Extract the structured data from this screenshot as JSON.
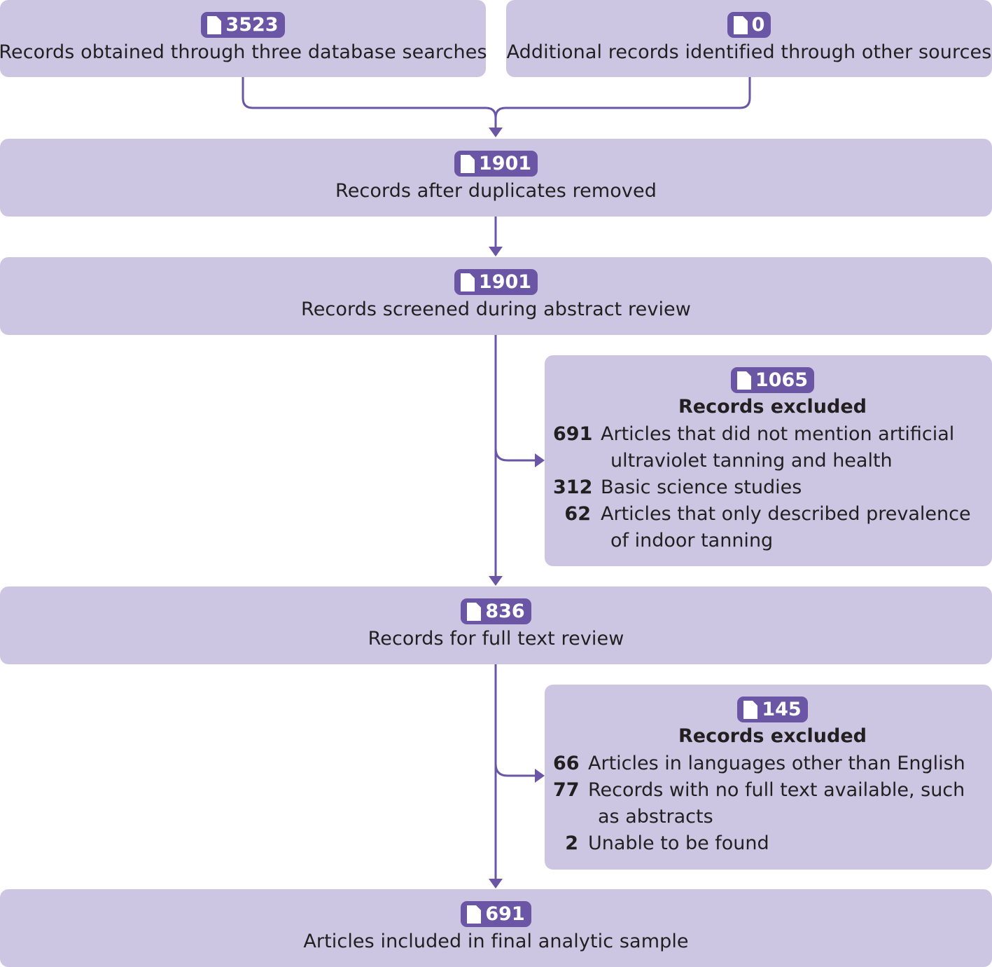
{
  "colors": {
    "box": "#cdc6e3",
    "badge": "#6a56a4",
    "line": "#6a56a4",
    "text": "#231f20"
  },
  "icon": "document-icon",
  "nodes": {
    "database": {
      "count": "3523",
      "label": "Records obtained through three database searches"
    },
    "other": {
      "count": "0",
      "label": "Additional records identified through other sources"
    },
    "dedup": {
      "count": "1901",
      "label": "Records after duplicates removed"
    },
    "screened": {
      "count": "1901",
      "label": "Records screened during abstract review"
    },
    "fulltext": {
      "count": "836",
      "label": "Records for full text review"
    },
    "final": {
      "count": "691",
      "label": "Articles included in final analytic sample"
    }
  },
  "exclusions": [
    {
      "count": "1065",
      "title": "Records excluded",
      "items": [
        {
          "num": "691",
          "line1": "Articles that did not mention artificial",
          "line2": "ultraviolet tanning and health"
        },
        {
          "num": "312",
          "line1": "Basic science studies",
          "line2": ""
        },
        {
          "num": "62",
          "line1": "Articles that only described prevalence",
          "line2": "of indoor tanning"
        }
      ]
    },
    {
      "count": "145",
      "title": "Records excluded",
      "items": [
        {
          "num": "66",
          "line1": "Articles in languages other than English",
          "line2": ""
        },
        {
          "num": "77",
          "line1": "Records with no full text available, such",
          "line2": "as abstracts"
        },
        {
          "num": "2",
          "line1": "Unable to be found",
          "line2": ""
        }
      ]
    }
  ]
}
